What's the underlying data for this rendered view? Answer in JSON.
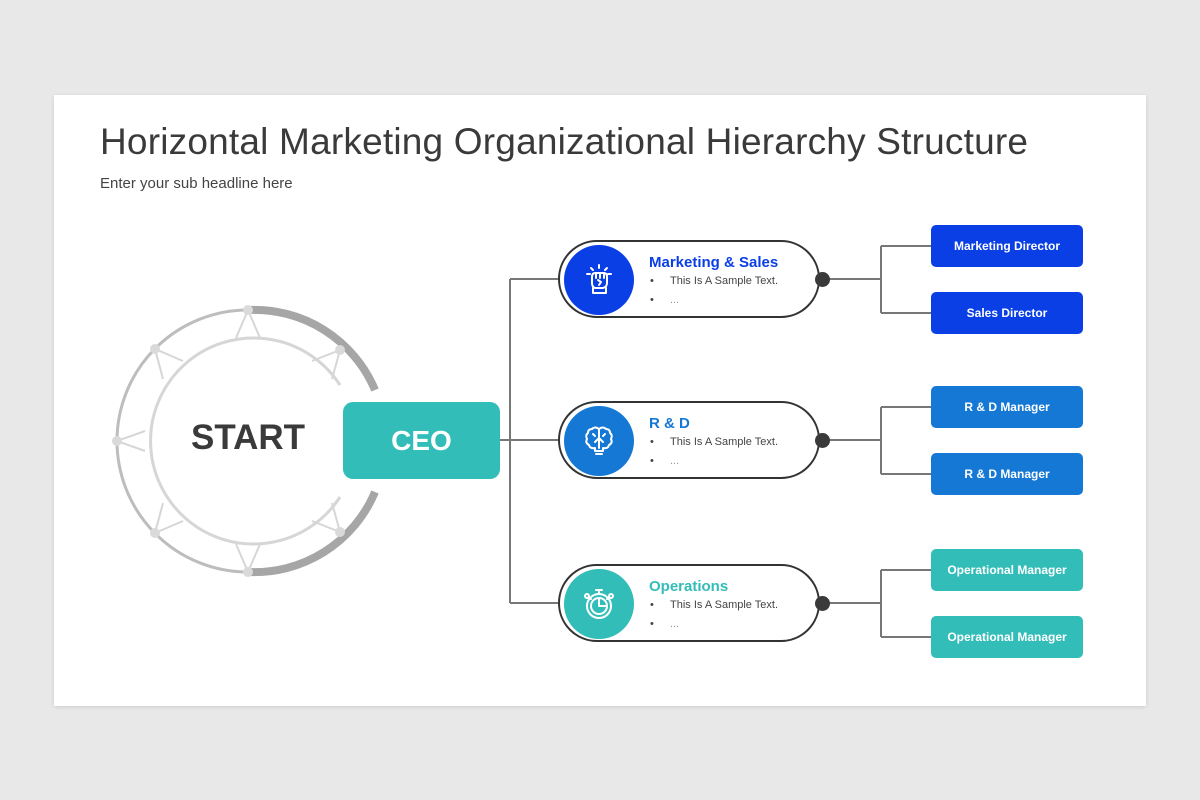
{
  "slide": {
    "title": "Horizontal Marketing Organizational Hierarchy Structure",
    "subtitle": "Enter your sub headline here"
  },
  "center": {
    "start_label": "START",
    "ceo_label": "CEO",
    "ceo_color": "#33bdb8"
  },
  "departments": [
    {
      "title": "Marketing & Sales",
      "icon": "fist-idea-icon",
      "color": "#0a3fe6",
      "bullets": [
        "This Is A Sample Text.",
        "..."
      ],
      "roles": [
        "Marketing Director",
        "Sales Director"
      ]
    },
    {
      "title": "R & D",
      "icon": "brain-bulb-icon",
      "color": "#1478d4",
      "bullets": [
        "This Is A Sample Text.",
        "..."
      ],
      "roles": [
        "R & D Manager",
        "R & D Manager"
      ]
    },
    {
      "title": "Operations",
      "icon": "stopwatch-icon",
      "color": "#33bdb8",
      "bullets": [
        "This Is A Sample Text.",
        "..."
      ],
      "roles": [
        "Operational Manager",
        "Operational Manager"
      ]
    }
  ],
  "colors": {
    "blue_dark": "#0a3fe6",
    "blue_mid": "#1478d4",
    "teal": "#33bdb8",
    "connector": "#777777",
    "text_dark": "#3a3a3a"
  }
}
